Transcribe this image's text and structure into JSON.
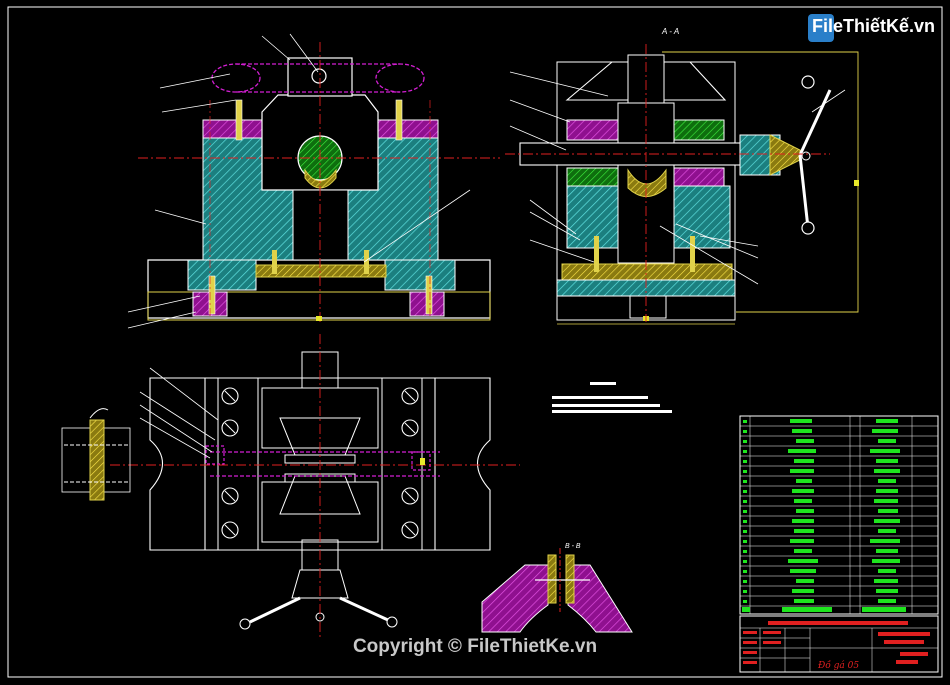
{
  "watermark": {
    "text": "Copyright © FileThietKe.vn"
  },
  "logo": {
    "text": "FileThiếtKế.vn"
  },
  "labels": {
    "section_aa": "A - A",
    "section_bb": "B - B",
    "drawing_no": "Đồ gá 05"
  },
  "colors": {
    "background": "#000000",
    "frame": "#ffffff",
    "hatch_cyan": "#3fc9c9",
    "hatch_magenta": "#d31fd3",
    "part_yellow": "#e0d24a",
    "part_green": "#23c823",
    "centerline": "#e02020",
    "title_block_green": "#1ee51e",
    "title_block_red": "#e02020"
  }
}
